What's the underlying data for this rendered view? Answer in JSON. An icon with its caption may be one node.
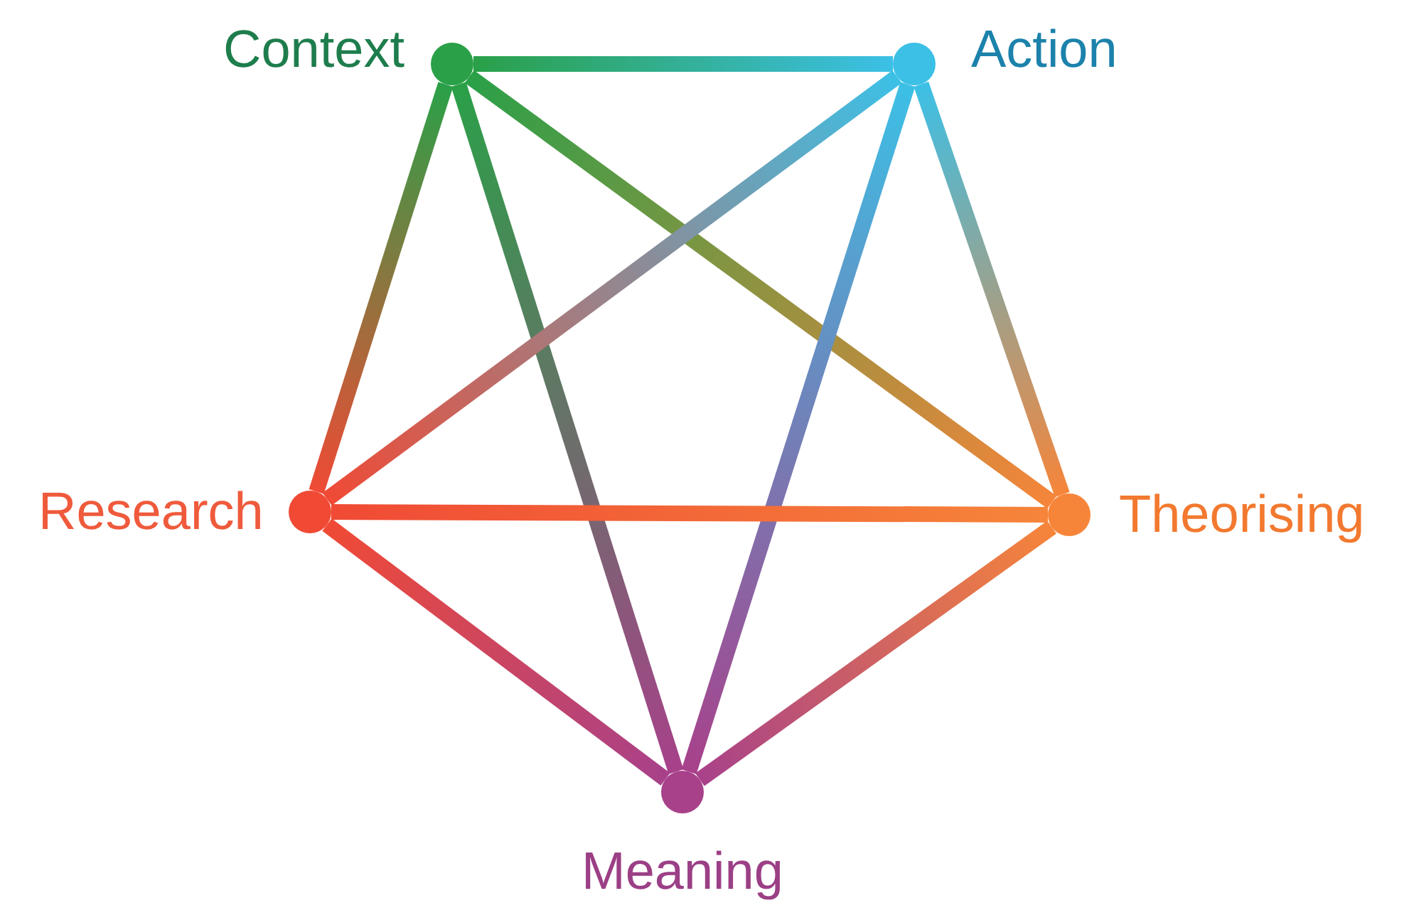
{
  "diagram": {
    "nodes": [
      {
        "text": [],
        "shape": "circle",
        "beside": [
          "Context"
        ]
      },
      {
        "text": [],
        "shape": "circle",
        "beside": [
          "Action"
        ]
      },
      {
        "text": [],
        "shape": "circle",
        "beside": [
          "Research"
        ]
      },
      {
        "text": [],
        "shape": "circle",
        "beside": [
          "Theorising"
        ]
      },
      {
        "text": [],
        "shape": "circle",
        "beside": [
          "Meaning"
        ]
      }
    ],
    "edges": [
      {
        "from": 0,
        "to": 1,
        "arrow": "none"
      },
      {
        "from": 0,
        "to": 2,
        "arrow": "none"
      },
      {
        "from": 0,
        "to": 3,
        "arrow": "none"
      },
      {
        "from": 0,
        "to": 4,
        "arrow": "none"
      },
      {
        "from": 1,
        "to": 2,
        "arrow": "none"
      },
      {
        "from": 1,
        "to": 3,
        "arrow": "none"
      },
      {
        "from": 1,
        "to": 4,
        "arrow": "none"
      },
      {
        "from": 2,
        "to": 3,
        "arrow": "none"
      },
      {
        "from": 2,
        "to": 4,
        "arrow": "none"
      },
      {
        "from": 3,
        "to": 4,
        "arrow": "none"
      }
    ]
  }
}
